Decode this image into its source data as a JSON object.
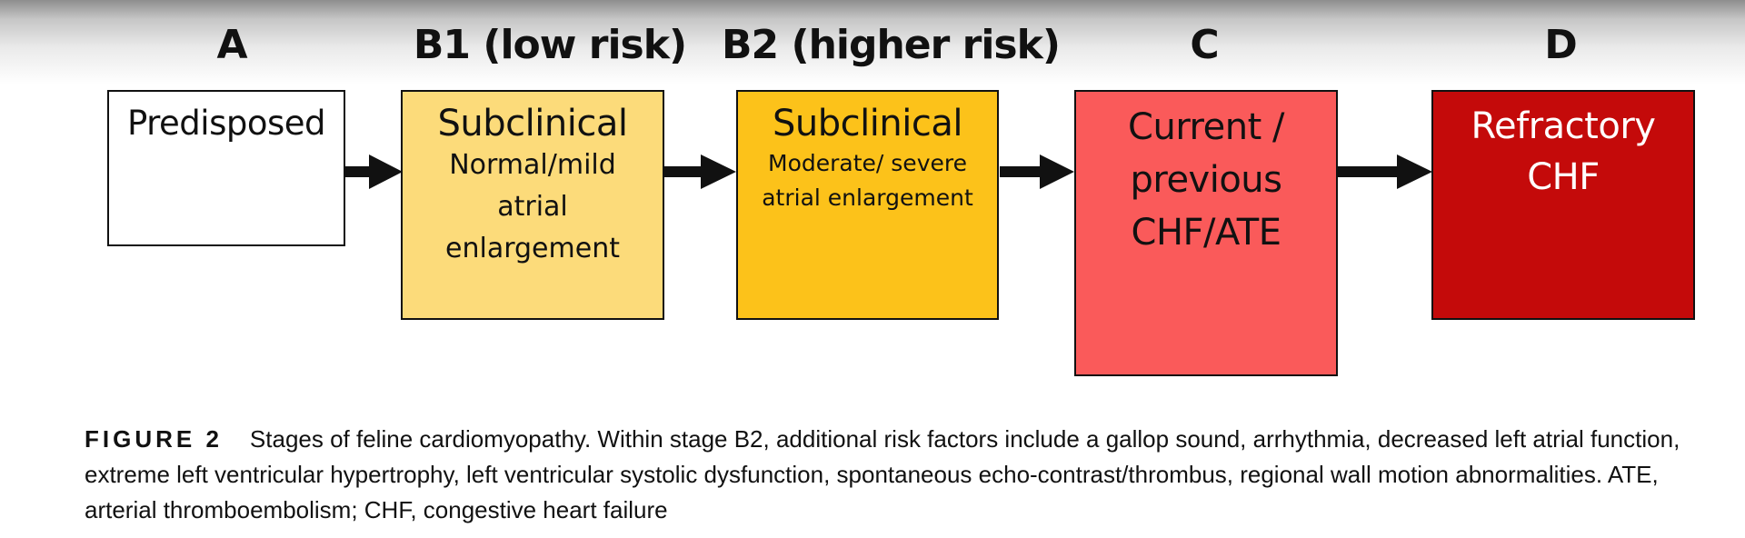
{
  "stages": [
    {
      "id": "A",
      "header": "A",
      "title": "Predisposed",
      "subtitle": "",
      "color": "#ffffff",
      "text_color": "#111111"
    },
    {
      "id": "B1",
      "header": "B1 (low risk)",
      "title": "Subclinical",
      "subtitle": "Normal/mild atrial enlargement",
      "color": "#fcdb7a",
      "text_color": "#111111"
    },
    {
      "id": "B2",
      "header": "B2 (higher risk)",
      "title": "Subclinical",
      "subtitle": "Moderate/ severe atrial enlargement",
      "color": "#fcc21a",
      "text_color": "#111111"
    },
    {
      "id": "C",
      "header": "C",
      "title": "Current / previous CHF/ATE",
      "subtitle": "",
      "color": "#fa5a5a",
      "text_color": "#111111"
    },
    {
      "id": "D",
      "header": "D",
      "title": "Refractory CHF",
      "subtitle": "",
      "color": "#c40a0a",
      "text_color": "#ffffff"
    }
  ],
  "arrows": [
    {
      "from": "A",
      "to": "B1"
    },
    {
      "from": "B1",
      "to": "B2"
    },
    {
      "from": "B2",
      "to": "C"
    },
    {
      "from": "C",
      "to": "D"
    }
  ],
  "caption": {
    "label": "FIGURE 2",
    "text": "Stages of feline cardiomyopathy. Within stage B2, additional risk factors include a gallop sound, arrhythmia, decreased left atrial function, extreme left ventricular hypertrophy, left ventricular systolic dysfunction, spontaneous echo-contrast/thrombus, regional wall motion abnormalities. ATE, arterial thromboembolism; CHF, congestive heart failure"
  },
  "colors": {
    "border": "#111111",
    "arrow": "#111111"
  }
}
